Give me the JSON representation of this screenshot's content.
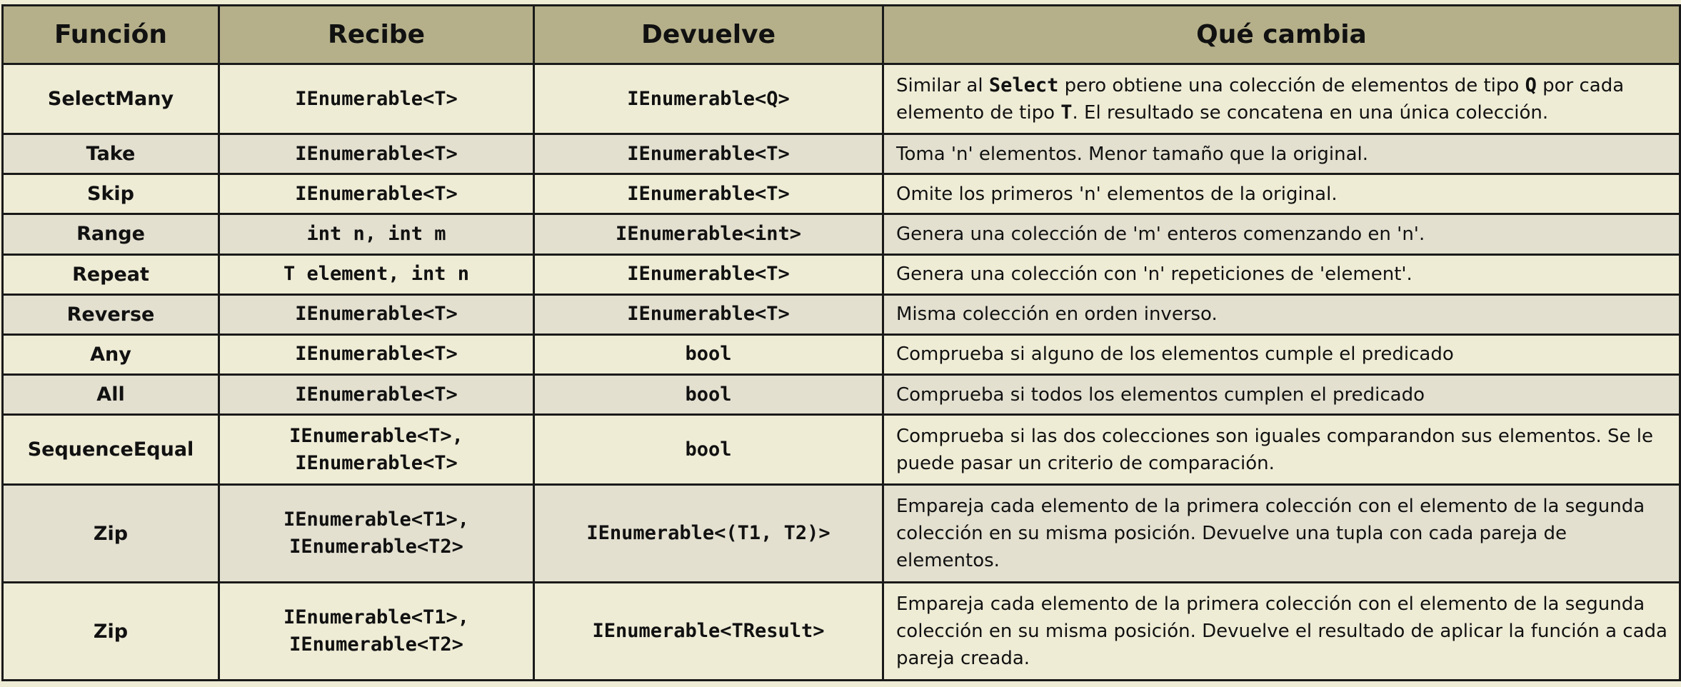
{
  "headers": {
    "funcion": "Función",
    "recibe": "Recibe",
    "devuelve": "Devuelve",
    "que_cambia": "Qué cambia"
  },
  "rows": [
    {
      "funcion": "SelectMany",
      "recibe": [
        "IEnumerable<T>"
      ],
      "devuelve": [
        "IEnumerable<Q>"
      ],
      "desc_parts": [
        "Similar al ",
        "Select",
        " pero obtiene una colección de elementos de tipo ",
        "Q",
        " por cada elemento de tipo ",
        "T",
        ". El resultado se concatena en una única colección."
      ]
    },
    {
      "funcion": "Take",
      "recibe": [
        "IEnumerable<T>"
      ],
      "devuelve": [
        "IEnumerable<T>"
      ],
      "desc": "Toma 'n' elementos. Menor tamaño que la original."
    },
    {
      "funcion": "Skip",
      "recibe": [
        "IEnumerable<T>"
      ],
      "devuelve": [
        "IEnumerable<T>"
      ],
      "desc": "Omite los primeros 'n' elementos de la original."
    },
    {
      "funcion": "Range",
      "recibe": [
        "int n, int m"
      ],
      "devuelve": [
        "IEnumerable<int>"
      ],
      "desc": "Genera una colección de 'm' enteros comenzando en 'n'."
    },
    {
      "funcion": "Repeat",
      "recibe": [
        "T element, int n"
      ],
      "devuelve": [
        "IEnumerable<T>"
      ],
      "desc": "Genera una colección con 'n' repeticiones de 'element'."
    },
    {
      "funcion": "Reverse",
      "recibe": [
        "IEnumerable<T>"
      ],
      "devuelve": [
        "IEnumerable<T>"
      ],
      "desc": "Misma colección en orden inverso."
    },
    {
      "funcion": "Any",
      "recibe": [
        "IEnumerable<T>"
      ],
      "devuelve": [
        "bool"
      ],
      "desc": "Comprueba si alguno de los elementos cumple el predicado"
    },
    {
      "funcion": "All",
      "recibe": [
        "IEnumerable<T>"
      ],
      "devuelve": [
        "bool"
      ],
      "desc": "Comprueba si todos los elementos cumplen el predicado"
    },
    {
      "funcion": "SequenceEqual",
      "recibe": [
        "IEnumerable<T>,",
        "IEnumerable<T>"
      ],
      "devuelve": [
        "bool"
      ],
      "desc": "Comprueba si las dos colecciones son iguales comparandon sus elementos. Se le puede pasar un criterio de comparación."
    },
    {
      "funcion": "Zip",
      "recibe": [
        "IEnumerable<T1>,",
        "IEnumerable<T2>"
      ],
      "devuelve": [
        "IEnumerable<(T1, T2)>"
      ],
      "desc": "Empareja cada elemento de la primera colección con el elemento de la segunda colección en su misma posición. Devuelve una tupla con cada pareja de elementos."
    },
    {
      "funcion": "Zip",
      "recibe": [
        "IEnumerable<T1>,",
        "IEnumerable<T2>"
      ],
      "devuelve": [
        "IEnumerable<TResult>"
      ],
      "desc": "Empareja cada elemento de la primera colección con el elemento de la segunda colección en su misma posición. Devuelve el resultado de aplicar la función a cada pareja creada."
    }
  ]
}
